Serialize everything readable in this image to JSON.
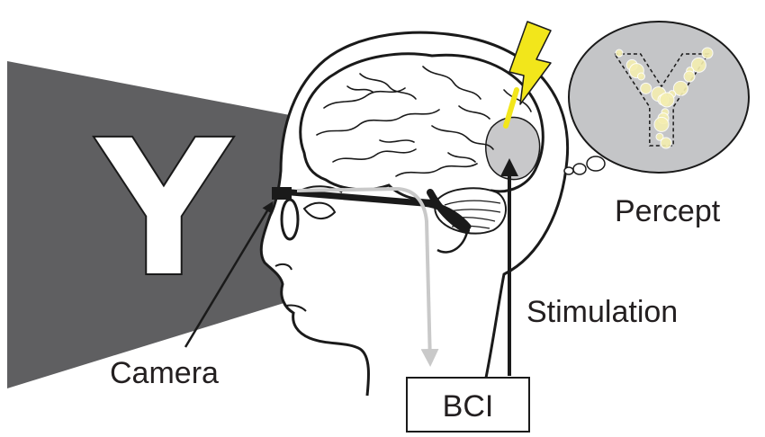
{
  "scene": {
    "letter": "Y",
    "percept_letter": "Y",
    "labels": {
      "camera": "Camera",
      "percept": "Percept",
      "stimulation": "Stimulation",
      "bci": "BCI"
    }
  },
  "colors": {
    "screen": "#5f5f61",
    "letter": "#ffffff",
    "ink": "#1a1a1a",
    "visual_cortex": "#c8c8ca",
    "bolt": "#f2e61b",
    "bubble": "#c4c5c7",
    "phosphene": "#f4eeb0",
    "camera_path": "#c9c9c9"
  },
  "icons": {
    "bolt": "lightning-bolt-icon",
    "camera": "glasses-camera-icon"
  }
}
